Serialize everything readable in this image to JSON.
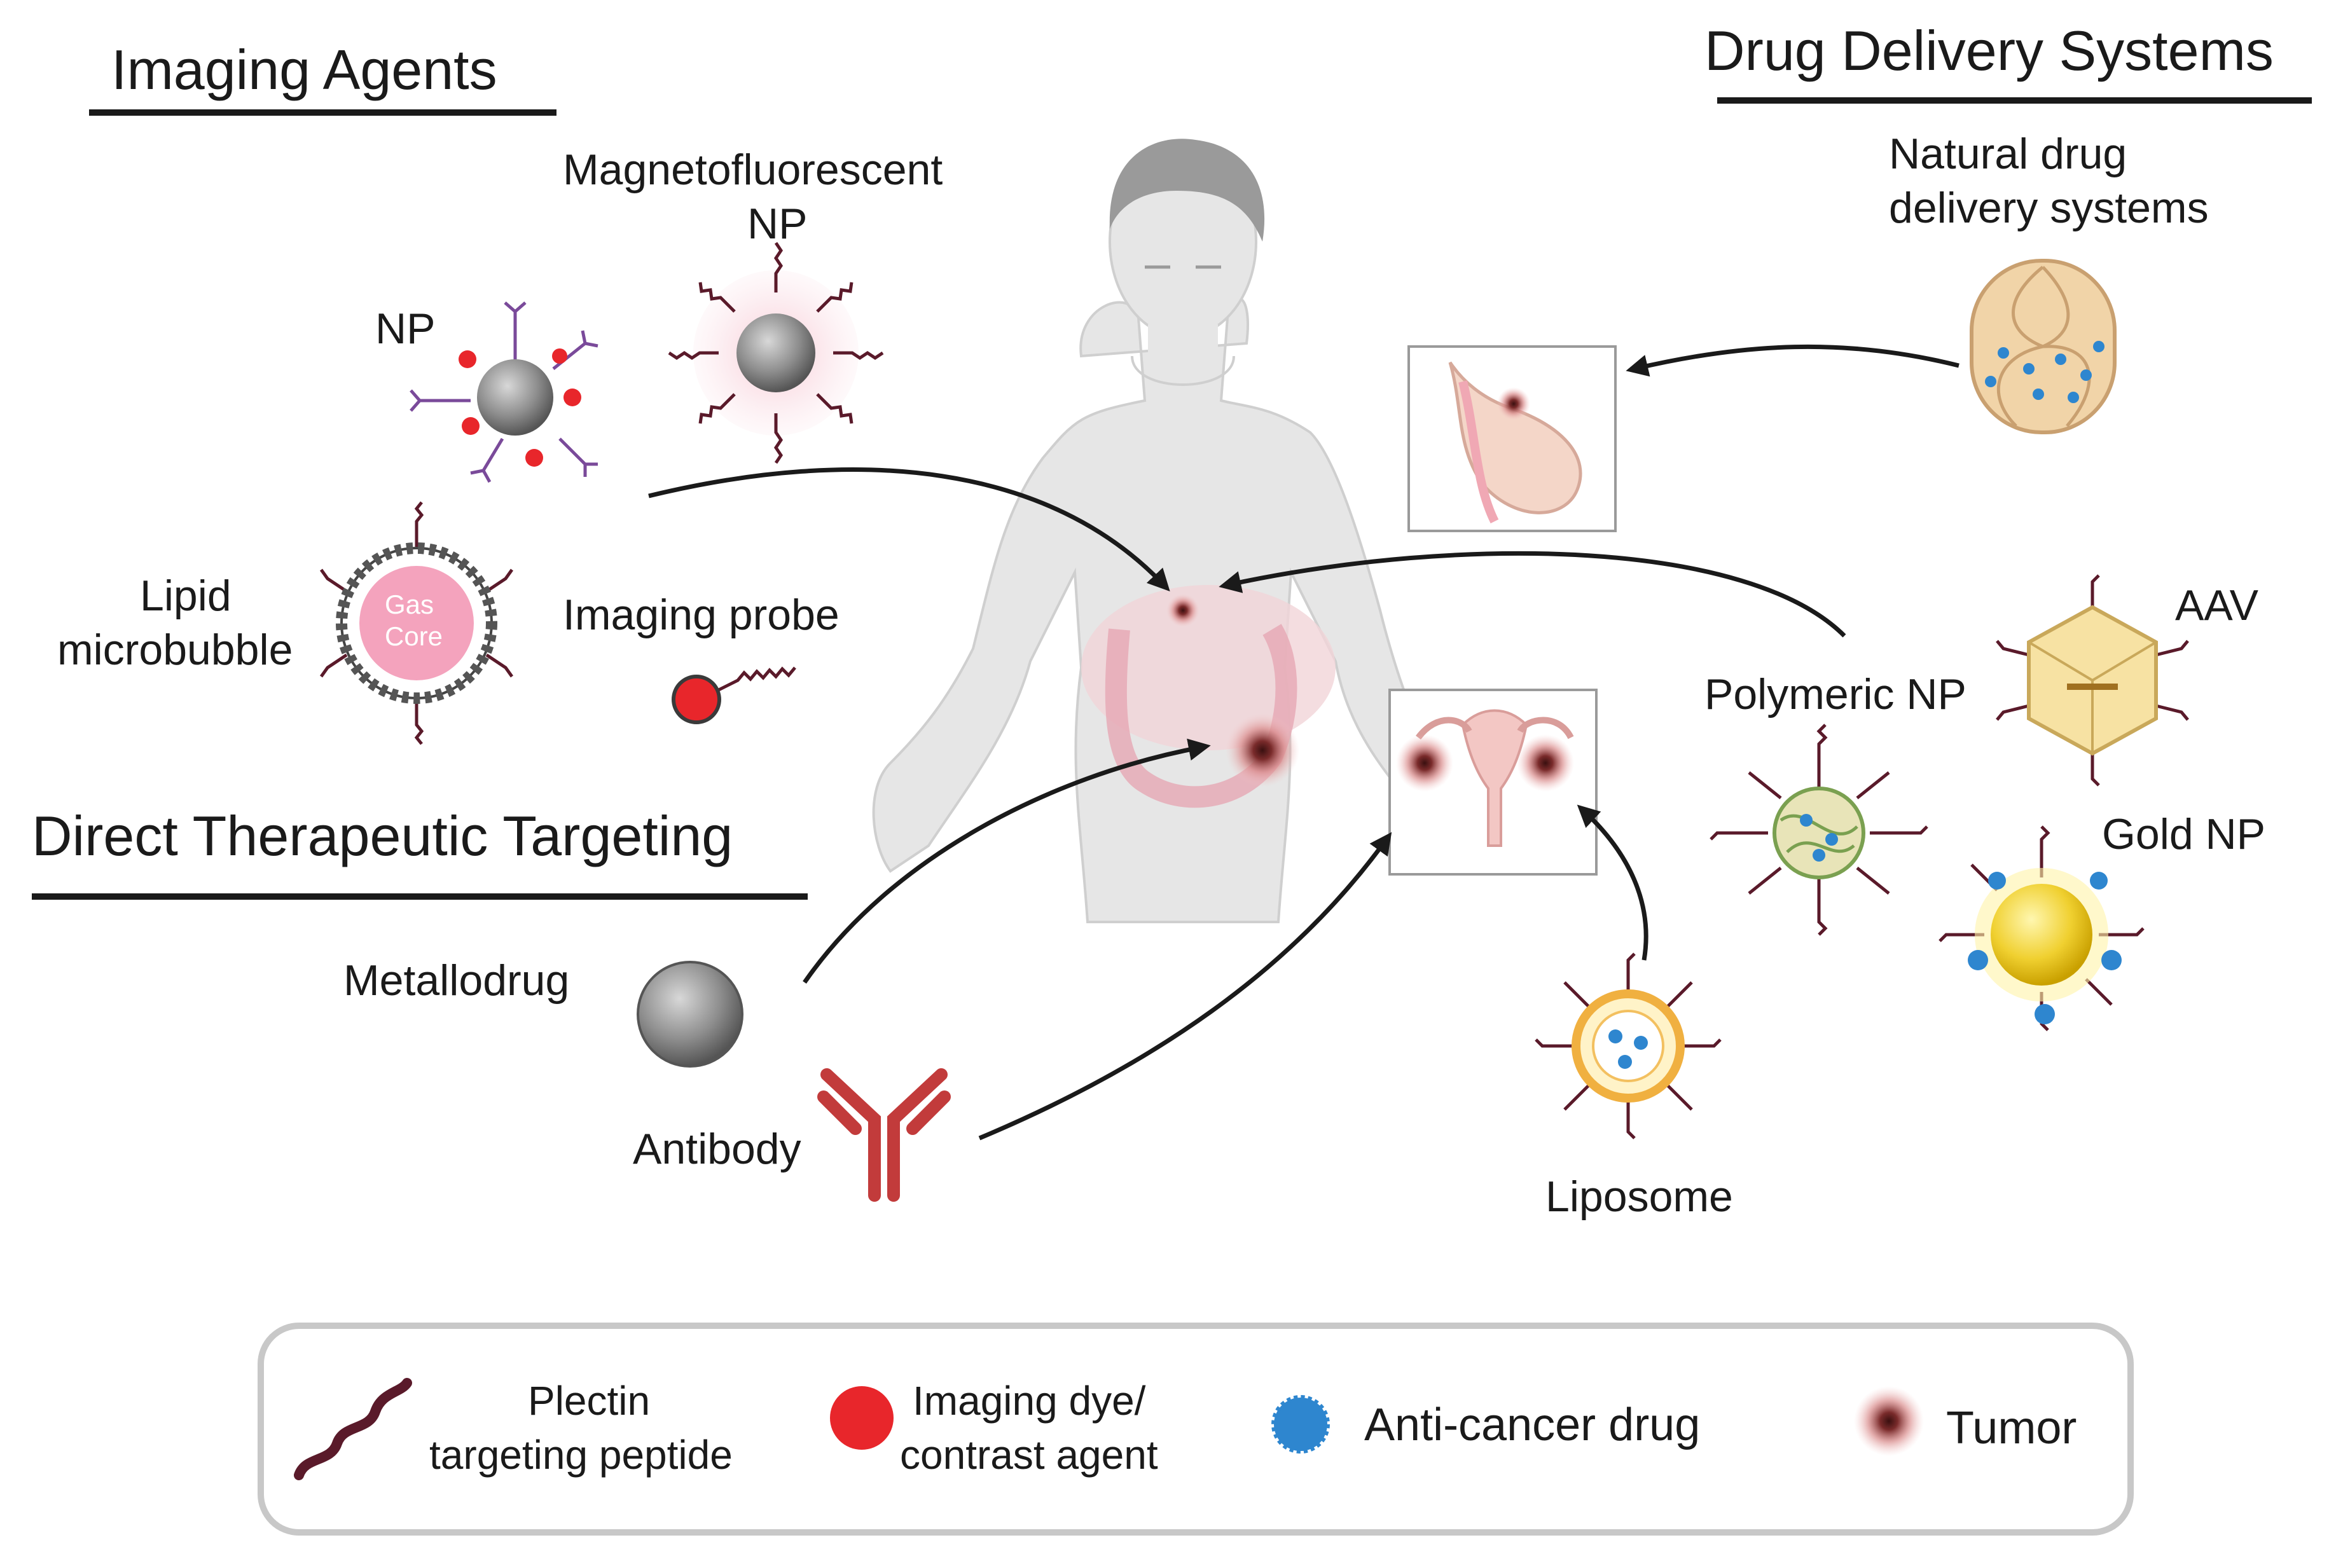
{
  "sections": {
    "imaging": "Imaging Agents",
    "drug_delivery": "Drug Delivery Systems",
    "direct": "Direct Therapeutic Targeting"
  },
  "agents": {
    "magneto_1": "Magnetofluorescent",
    "magneto_2": "NP",
    "np": "NP",
    "lipid_1": "Lipid",
    "lipid_2": "microbubble",
    "gas_1": "Gas",
    "gas_2": "Core",
    "probe": "Imaging probe",
    "metallodrug": "Metallodrug",
    "antibody": "Antibody",
    "natural_1": "Natural drug",
    "natural_2": "delivery systems",
    "aav": "AAV",
    "polymeric": "Polymeric NP",
    "gold": "Gold NP",
    "liposome": "Liposome"
  },
  "legend": {
    "peptide_1": "Plectin",
    "peptide_2": "targeting peptide",
    "dye_1": "Imaging dye/",
    "dye_2": "contrast agent",
    "drug": "Anti-cancer drug",
    "tumor": "Tumor"
  },
  "colors": {
    "peptide": "#5a1a2a",
    "dye": "#e8262b",
    "drug": "#2e86cf",
    "antibody": "#c23b3b",
    "tumor": "#7a2b2b"
  }
}
